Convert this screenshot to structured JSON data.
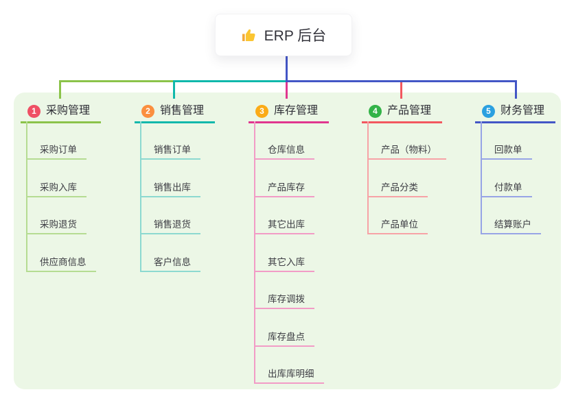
{
  "root": {
    "label": "ERP 后台",
    "icon": "thumbs-up-icon",
    "connector_color": "#4356c6"
  },
  "panel": {
    "background": "#ecf7e6"
  },
  "branches": [
    {
      "badge": "1",
      "label": "采购管理",
      "badge_color": "#ef5064",
      "line_color": "#8bc34a",
      "child_line_color": "#b5dc92",
      "children": [
        "采购订单",
        "采购入库",
        "采购退货",
        "供应商信息"
      ]
    },
    {
      "badge": "2",
      "label": "销售管理",
      "badge_color": "#fb8f3f",
      "line_color": "#10b8ab",
      "child_line_color": "#8cd9d0",
      "children": [
        "销售订单",
        "销售出库",
        "销售退货",
        "客户信息"
      ]
    },
    {
      "badge": "3",
      "label": "库存管理",
      "badge_color": "#fbab17",
      "line_color": "#e0368f",
      "child_line_color": "#f29bc6",
      "children": [
        "仓库信息",
        "产品库存",
        "其它出库",
        "其它入库",
        "库存调拨",
        "库存盘点",
        "出库库明细"
      ]
    },
    {
      "badge": "4",
      "label": "产品管理",
      "badge_color": "#33b348",
      "line_color": "#f2575f",
      "child_line_color": "#f7a2a6",
      "children": [
        "产品（物料）",
        "产品分类",
        "产品单位"
      ]
    },
    {
      "badge": "5",
      "label": "财务管理",
      "badge_color": "#2aa0e0",
      "line_color": "#4356c6",
      "child_line_color": "#97a4e6",
      "children": [
        "回款单",
        "付款单",
        "结算账户"
      ]
    }
  ]
}
